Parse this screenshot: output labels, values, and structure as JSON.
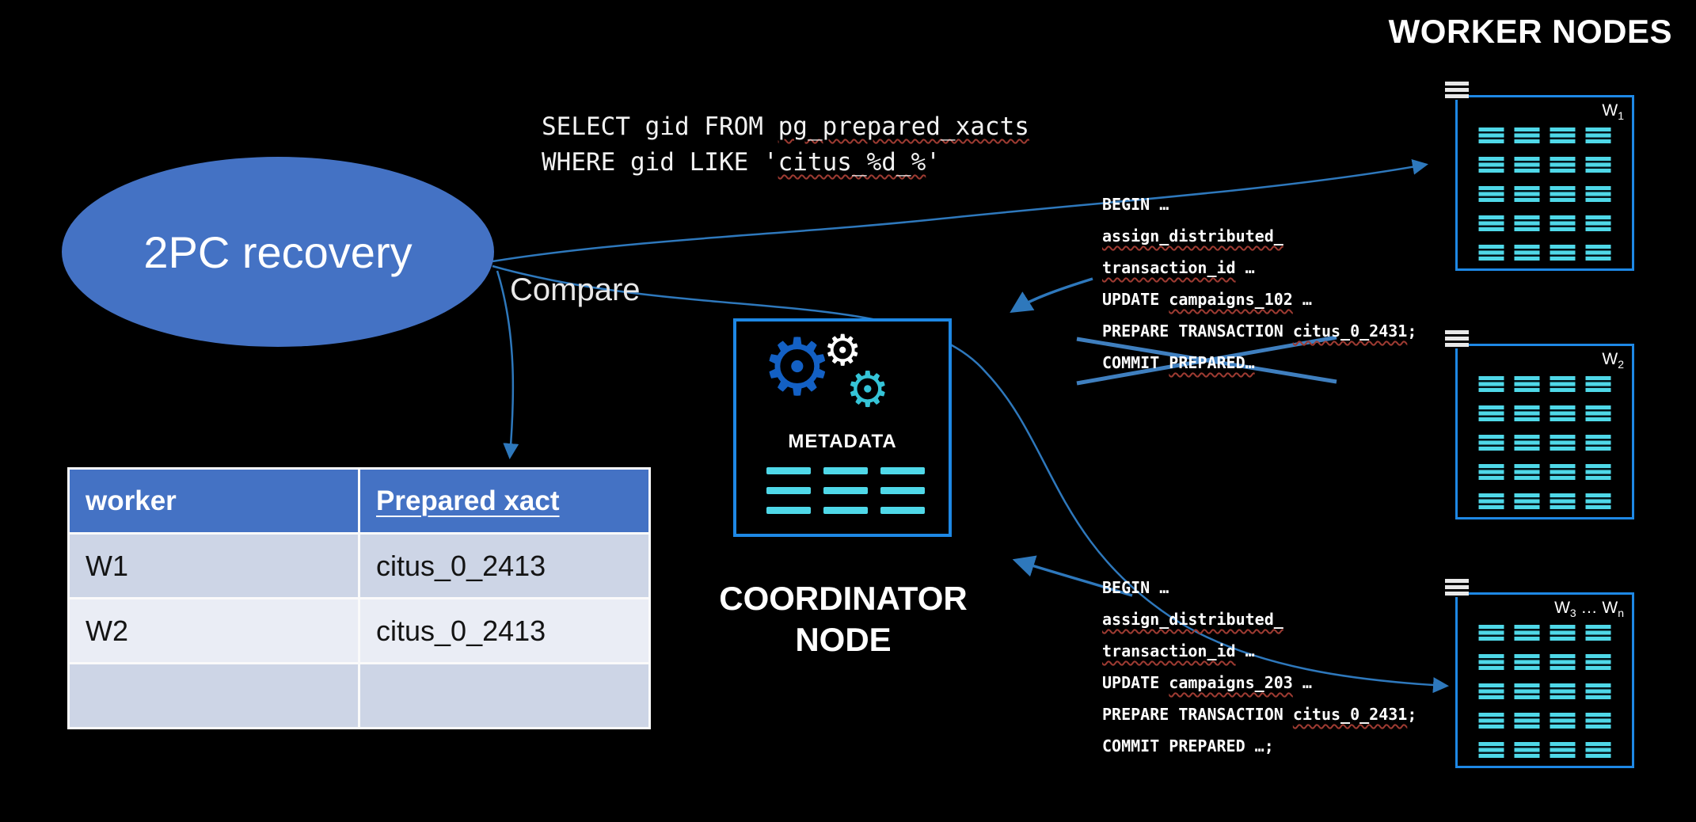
{
  "colors": {
    "accent_blue": "#4472C4",
    "box_border": "#1E88E5",
    "cyan": "#4FD8E8",
    "arrow": "#2E78BC",
    "cross": "#3F7FBF",
    "squiggle": "#9E3B32",
    "row_odd": "#CDD5E6",
    "row_even": "#EAEDF5"
  },
  "header": {
    "title": "WORKER NODES"
  },
  "ellipse": {
    "label": "2PC recovery"
  },
  "sql": {
    "lines": [
      [
        {
          "t": "SELECT gid FROM "
        },
        {
          "t": "pg_prepared_xacts",
          "u": true
        }
      ],
      [
        {
          "t": "WHERE gid LIKE '"
        },
        {
          "t": "citus_%d_%",
          "u": true
        },
        {
          "t": "'"
        }
      ]
    ]
  },
  "compare_label": "Compare",
  "table": {
    "headers": [
      {
        "text": "worker",
        "underline": false
      },
      {
        "text": "Prepared xact",
        "underline": true
      }
    ],
    "rows": [
      [
        "W1",
        "citus_0_2413"
      ],
      [
        "W2",
        "citus_0_2413"
      ],
      [
        "",
        ""
      ]
    ]
  },
  "coordinator": {
    "metadata_label": "METADATA",
    "node_label_lines": [
      "COORDINATOR",
      "NODE"
    ]
  },
  "worker_nodes": {
    "boxes": [
      {
        "label": [
          {
            "t": "W"
          },
          {
            "t": "1",
            "sub": true
          }
        ],
        "grid": {
          "cols": 4,
          "rows": 5
        }
      },
      {
        "label": [
          {
            "t": "W"
          },
          {
            "t": "2",
            "sub": true
          }
        ],
        "grid": {
          "cols": 4,
          "rows": 5
        }
      },
      {
        "label": [
          {
            "t": "W"
          },
          {
            "t": "3",
            "sub": true
          },
          {
            "t": " … W"
          },
          {
            "t": "n",
            "sub": true
          }
        ],
        "grid": {
          "cols": 4,
          "rows": 5
        }
      }
    ]
  },
  "code_blocks": [
    {
      "name": "transaction-block-1",
      "lines": [
        [
          {
            "t": "BEGIN …"
          }
        ],
        [
          {
            "t": "assign_distributed_",
            "u": true
          }
        ],
        [
          {
            "t": "transaction_id",
            "u": true
          },
          {
            "t": " …"
          }
        ],
        [
          {
            "t": "UPDATE "
          },
          {
            "t": "campaigns_102",
            "u": true
          },
          {
            "t": " …"
          }
        ],
        [
          {
            "t": "PREPARE TRANSACTION "
          },
          {
            "t": "citus_0_2431",
            "u": true
          },
          {
            "t": ";"
          }
        ],
        [
          {
            "t": "COMMIT "
          },
          {
            "t": "PREPARED…",
            "u": true
          }
        ]
      ],
      "crossed_out": true
    },
    {
      "name": "transaction-block-2",
      "lines": [
        [
          {
            "t": "BEGIN …"
          }
        ],
        [
          {
            "t": "assign_distributed_",
            "u": true
          }
        ],
        [
          {
            "t": "transaction_id",
            "u": true
          },
          {
            "t": " …"
          }
        ],
        [
          {
            "t": "UPDATE "
          },
          {
            "t": "campaigns_203",
            "u": true
          },
          {
            "t": " …"
          }
        ],
        [
          {
            "t": "PREPARE TRANSACTION "
          },
          {
            "t": "citus_0_2431",
            "u": true
          },
          {
            "t": ";"
          }
        ],
        [
          {
            "t": "COMMIT PREPARED …;"
          }
        ]
      ],
      "crossed_out": false
    }
  ]
}
